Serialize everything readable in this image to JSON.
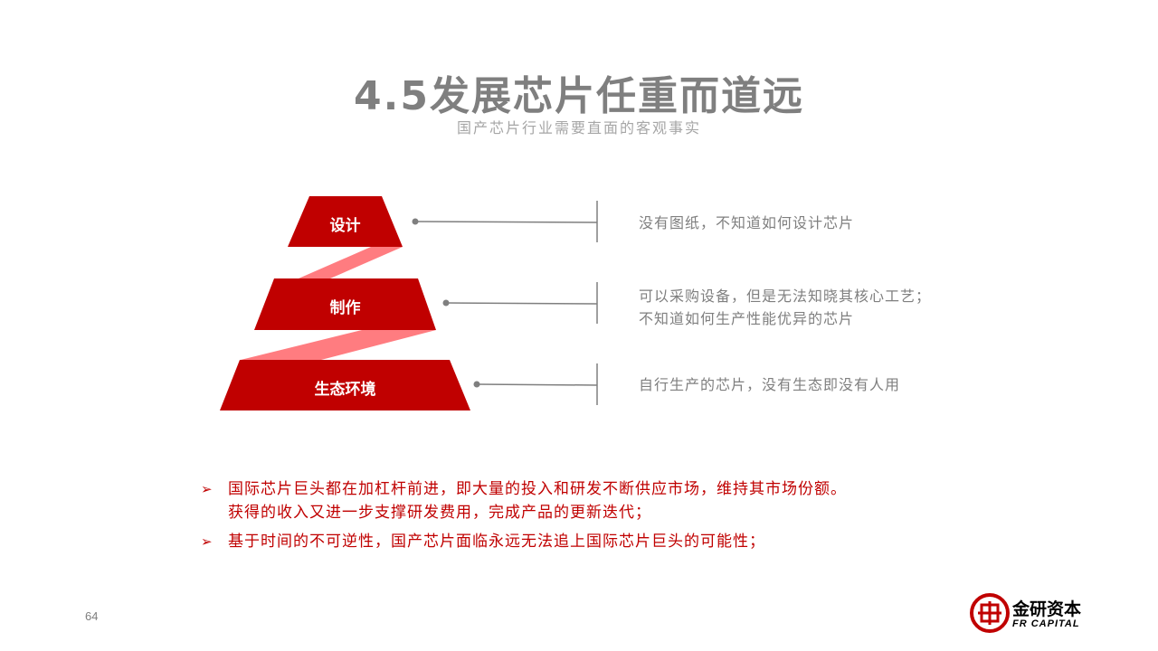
{
  "header": {
    "title": "4.5发展芯片任重而道远",
    "subtitle": "国产芯片行业需要直面的客观事实"
  },
  "pyramid": {
    "layers": [
      {
        "label": "设计",
        "description": [
          "没有图纸，不知道如何设计芯片"
        ]
      },
      {
        "label": "制作",
        "description": [
          "可以采购设备，但是无法知晓其核心工艺；",
          "不知道如何生产性能优异的芯片"
        ]
      },
      {
        "label": "生态环境",
        "description": [
          "自行生产的芯片，没有生态即没有人用"
        ]
      }
    ],
    "colors": {
      "layer": "#c00000",
      "connector": "#ff7c80",
      "line": "#7f7f7f"
    }
  },
  "bullets": [
    {
      "icon": "arrow-bullet-icon",
      "lines": [
        "国际芯片巨头都在加杠杆前进，即大量的投入和研发不断供应市场，维持其市场份额。",
        "获得的收入又进一步支撑研发费用，完成产品的更新迭代；"
      ]
    },
    {
      "icon": "arrow-bullet-icon",
      "lines": [
        "基于时间的不可逆性，国产芯片面临永远无法追上国际芯片巨头的可能性；"
      ]
    }
  ],
  "footer": {
    "page_number": "64",
    "logo": {
      "cn": "金研资本",
      "en": "FR CAPITAL",
      "color": "#c00000"
    }
  }
}
